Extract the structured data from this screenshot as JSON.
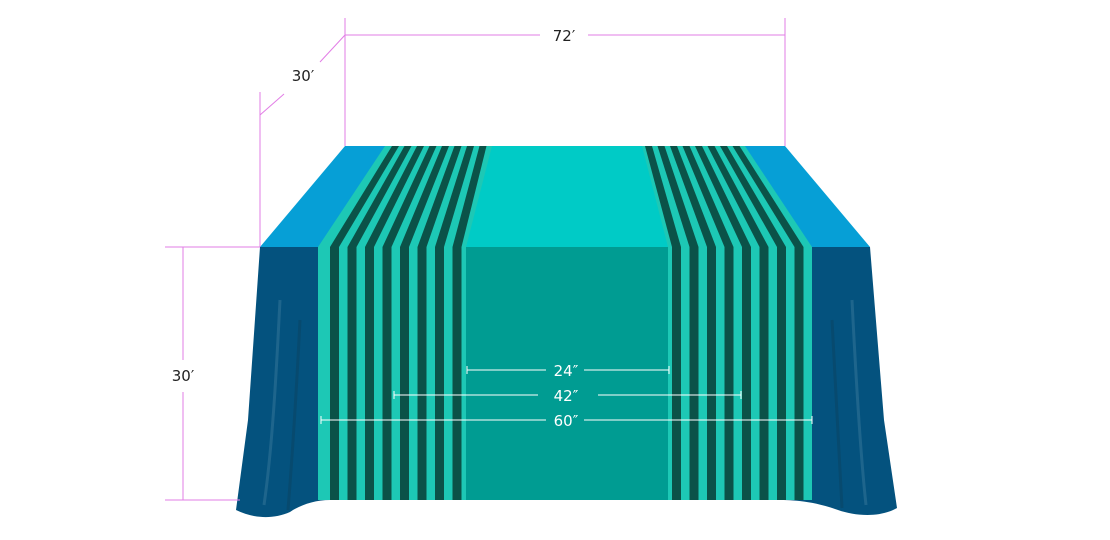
{
  "dimensions": {
    "table_length": "72′",
    "table_depth": "30′",
    "table_height": "30′"
  },
  "runner_widths": [
    {
      "id": "inner",
      "label": "24″"
    },
    {
      "id": "middle",
      "label": "42″"
    },
    {
      "id": "outer",
      "label": "60″"
    }
  ],
  "colors": {
    "tabletop": "#069fd6",
    "tablecloth": "#04527e",
    "runner_top_center": "#00cbc6",
    "runner_front_center": "#009c92",
    "stripe_light": "#1dc8b5",
    "stripe_dark": "#0b5248",
    "dimension_line": "#e27de6",
    "white_label": "#ffffff",
    "text_dark": "#222222"
  }
}
